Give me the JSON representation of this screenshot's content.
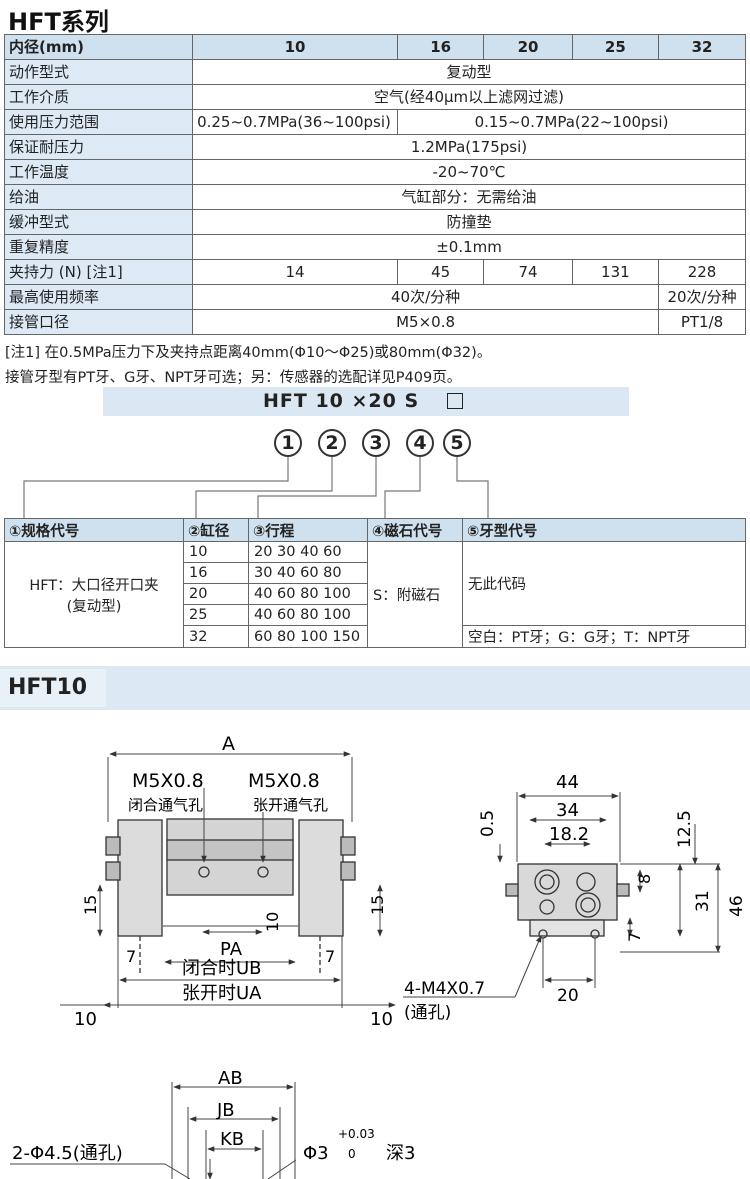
{
  "title": "HFT系列",
  "spec": {
    "header": [
      "内径(mm)",
      "10",
      "16",
      "20",
      "25",
      "32"
    ],
    "rows": {
      "action_label": "动作型式",
      "action_value": "复动型",
      "medium_label": "工作介质",
      "medium_value": "空气(经40μm以上滤网过滤)",
      "pressure_label": "使用压力范围",
      "pressure_10": "0.25~0.7MPa(36~100psi)",
      "pressure_rest": "0.15~0.7MPa(22~100psi)",
      "proof_label": "保证耐压力",
      "proof_value": "1.2MPa(175psi)",
      "temp_label": "工作温度",
      "temp_value": "-20~70℃",
      "lube_label": "给油",
      "lube_value": "气缸部分：无需给油",
      "cushion_label": "缓冲型式",
      "cushion_value": "防撞垫",
      "repeat_label": "重复精度",
      "repeat_value": "±0.1mm",
      "grip_label": "夹持力 (N) [注1]",
      "grip_values": [
        "14",
        "45",
        "74",
        "131",
        "228"
      ],
      "freq_label": "最高使用频率",
      "freq_a": "40次/分种",
      "freq_b": "20次/分种",
      "port_label": "接管口径",
      "port_a": "M5×0.8",
      "port_b": "PT1/8"
    }
  },
  "notes": [
    "[注1] 在0.5MPa压力下及夹持点距离40mm(Φ10～Φ25)或80mm(Φ32)。",
    "接管牙型有PT牙、G牙、NPT牙可选；另：传感器的选配详见P409页。"
  ],
  "order_code": {
    "code": "HFT 10 ×20  S",
    "markers": [
      "1",
      "2",
      "3",
      "4",
      "5"
    ],
    "headers": [
      "①规格代号",
      "②缸径",
      "③行程",
      "④磁石代号",
      "⑤牙型代号"
    ],
    "spec_code": "HFT：大口径开口夹",
    "spec_code_sub": "(复动型)",
    "bores": [
      "10",
      "16",
      "20",
      "25",
      "32"
    ],
    "strokes": [
      "20 30 40 60",
      "30 40 60 80",
      "40 60 80 100",
      "40 60 80 100",
      "60 80 100 150"
    ],
    "magnet": "S：附磁石",
    "thread_none": "无此代码",
    "thread_options": "空白：PT牙；G：G牙；T：NPT牙"
  },
  "section_title": "HFT10",
  "drawing": {
    "dims": {
      "A": "A",
      "m5_left": "M5X0.8",
      "m5_right": "M5X0.8",
      "close_port": "闭合通气孔",
      "open_port": "张开通气孔",
      "d15_left": "15",
      "d15_right": "15",
      "PA": "PA",
      "d10_mid": "10",
      "UB": "闭合时UB",
      "UA": "张开时UA",
      "d7_left": "7",
      "d7_right": "7",
      "d10_left": "10",
      "d10_right": "10",
      "d44": "44",
      "d34": "34",
      "d18": "18.2",
      "d05": "0.5",
      "d125": "12.5",
      "d8": "8",
      "d31": "31",
      "d46": "46",
      "d7_side": "7",
      "d20": "20",
      "m4": "4-M4X0.7",
      "through": "(通孔)",
      "AB": "AB",
      "JB": "JB",
      "KB": "KB",
      "hole": "2-Φ4.5(通孔)",
      "pin": "Φ3",
      "tol_plus": "+0.03",
      "tol_zero": "0",
      "depth": "深3"
    }
  }
}
